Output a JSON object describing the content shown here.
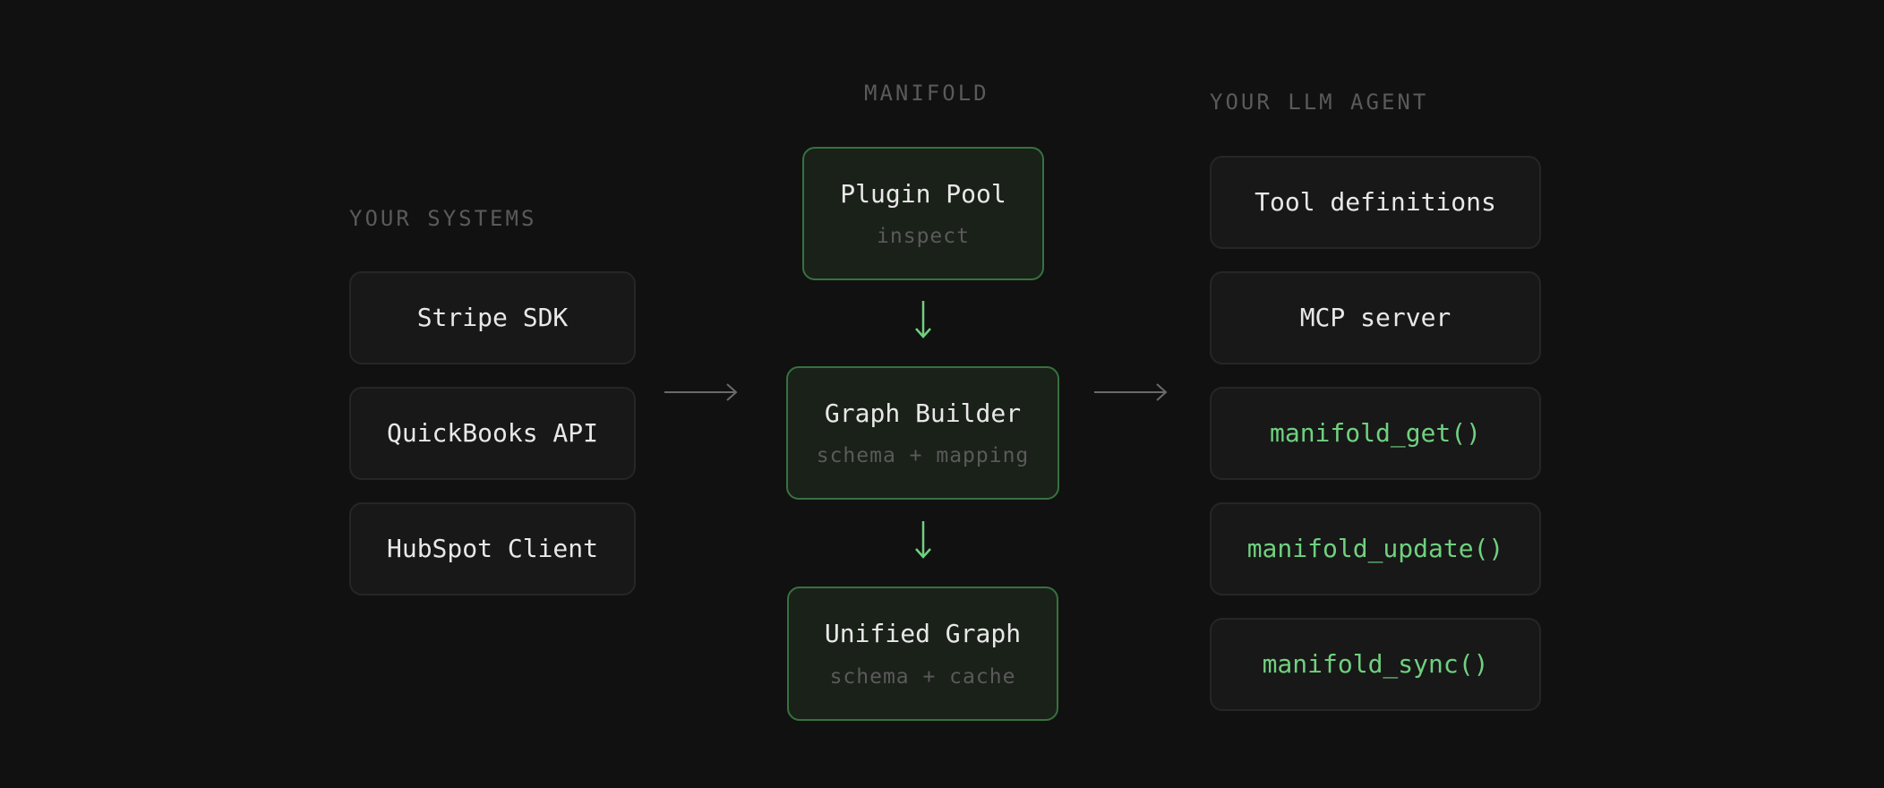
{
  "systems": {
    "heading": "YOUR SYSTEMS",
    "items": [
      "Stripe SDK",
      "QuickBooks API",
      "HubSpot Client"
    ]
  },
  "manifold": {
    "heading": "MANIFOLD",
    "nodes": [
      {
        "title": "Plugin Pool",
        "subtitle": "inspect"
      },
      {
        "title": "Graph Builder",
        "subtitle": "schema + mapping"
      },
      {
        "title": "Unified Graph",
        "subtitle": "schema + cache"
      }
    ]
  },
  "agent": {
    "heading": "YOUR LLM AGENT",
    "items": [
      "Tool definitions",
      "MCP server",
      "manifold_get()",
      "manifold_update()",
      "manifold_sync()"
    ]
  },
  "colors": {
    "background": "#111111",
    "accent_green": "#6fd17f",
    "node_border_green": "#36723f",
    "muted_text": "#5a5a5a",
    "arrow_gray": "#6a6a6a"
  }
}
